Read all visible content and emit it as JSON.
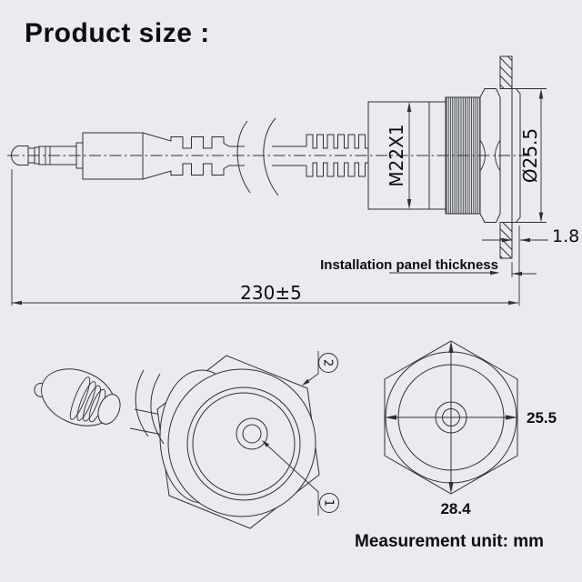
{
  "title": "Product size :",
  "side_view": {
    "thread_spec": "M22X1",
    "bezel_diameter": "Ø25.5",
    "bezel_thickness": "1.8",
    "overall_length": "230±5",
    "panel_label": "Installation panel thickness"
  },
  "front_view": {
    "across_flats": "25.5",
    "across_corners": "28.4",
    "callouts": {
      "center_pin": "1",
      "bezel_rim": "2"
    }
  },
  "footer": {
    "unit_note": "Measurement unit: mm"
  },
  "colors": {
    "background": "#e9ebee",
    "line": "#2e3033",
    "text": "#0c0d0e"
  }
}
